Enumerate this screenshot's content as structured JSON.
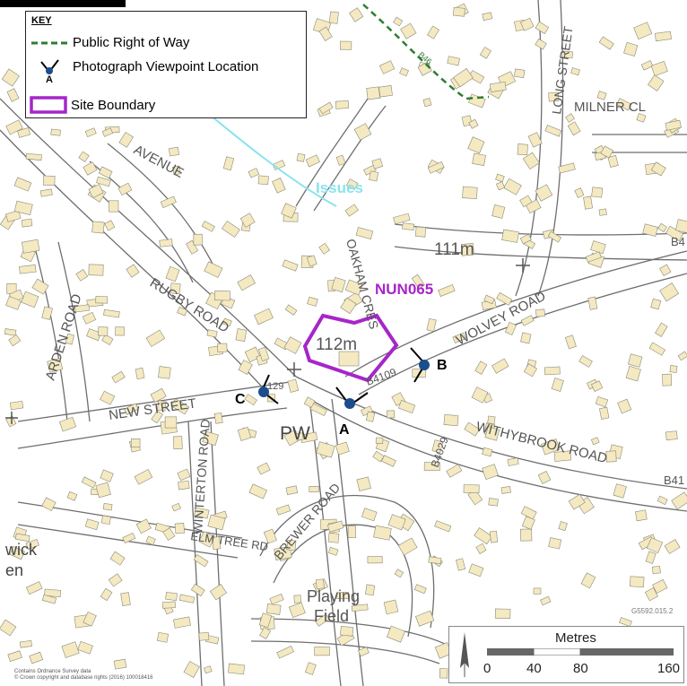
{
  "key": {
    "heading": "KEY",
    "items": [
      {
        "label": "Public Right of Way",
        "symbol": "dashed-line-icon",
        "color": "#2e7d32"
      },
      {
        "label": "Photograph Viewpoint Location",
        "symbol": "viewpoint-icon",
        "marker": "A",
        "color": "#1a4e8c"
      },
      {
        "label": "Site Boundary",
        "symbol": "site-boundary-icon",
        "color": "#a626c9"
      }
    ]
  },
  "site": {
    "label": "NUN065",
    "color": "#a626c9"
  },
  "viewpoints": [
    "A",
    "B",
    "C"
  ],
  "street_labels": [
    "AVENUE",
    "RUGBY ROAD",
    "ARDEN ROAD",
    "NEW STREET",
    "WINTERTON ROAD",
    "ELM TREE RD",
    "BREWER ROAD",
    "WOLVEY ROAD",
    "WITHYBROOK ROAD",
    "LONG STREET",
    "MILNER CL",
    "OAKHAM CRES",
    "B4109",
    "B4029",
    "B41",
    "B4",
    "B46",
    "129"
  ],
  "spot_heights": [
    "111m",
    "112m"
  ],
  "place_labels": [
    "PW",
    "Playing",
    "Field",
    "wick",
    "en"
  ],
  "overlay_text": "Issues",
  "scale_bar": {
    "title": "Metres",
    "ticks": [
      "0",
      "40",
      "80",
      "160"
    ]
  },
  "map_reference": "G5592.015.2",
  "copyright_lines": [
    "Contains Ordnance Survey data",
    "© Crown copyright and database rights (2016) 100018416"
  ],
  "colors": {
    "background": "#ffffff",
    "building": "#f4e9c1",
    "building_edge": "#8a8a7a",
    "road_edge": "#6e6e6e",
    "right_of_way": "#2e7d32",
    "watercourse": "#88e3ee",
    "site_boundary": "#a626c9",
    "viewpoint_dot": "#1a4e8c"
  }
}
